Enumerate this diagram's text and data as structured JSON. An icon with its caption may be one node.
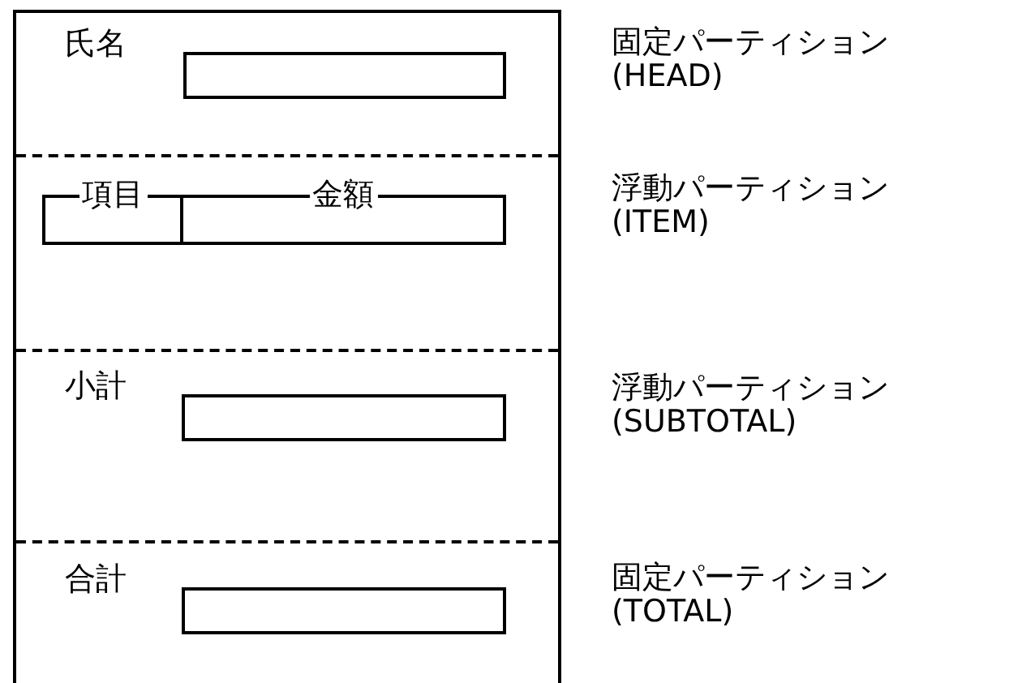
{
  "diagram": {
    "nodes": [
      {
        "text": [],
        "shape": "box"
      },
      {
        "text": [
          "氏名"
        ],
        "in": 0
      },
      {
        "text": [
          "項目"
        ],
        "in": 0
      },
      {
        "text": [
          "金額"
        ],
        "in": 0
      },
      {
        "text": [
          "小計"
        ],
        "in": 0
      },
      {
        "text": [
          "合計"
        ],
        "in": 0
      }
    ],
    "edges": [],
    "labels": [
      "固定パーティション",
      "(HEAD)",
      "浮動パーティション",
      "(ITEM)",
      "浮動パーティション",
      "(SUBTOTAL)",
      "固定パーティション",
      "(TOTAL)"
    ]
  }
}
